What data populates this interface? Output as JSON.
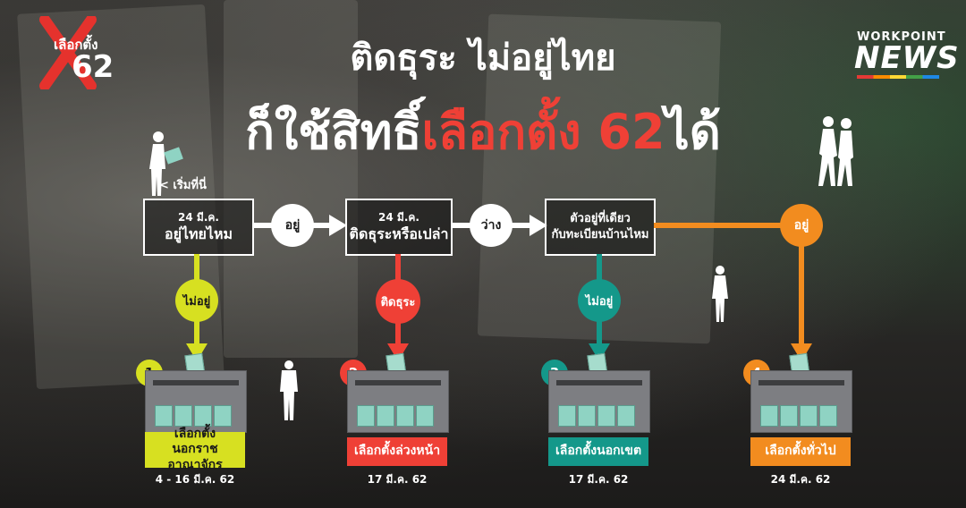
{
  "logo": {
    "text": "เลือกตั้ง",
    "number": "62"
  },
  "brand": {
    "small": "WORKPOINT",
    "big": "NEWS"
  },
  "title": {
    "line1": "ติดธุระ ไม่อยู่ไทย",
    "line2_prefix": "ก็ใช้สิทธิ์",
    "line2_highlight": "เลือกตั้ง 62",
    "line2_suffix": "ได้"
  },
  "start_label": "< เริ่มที่นี่",
  "questions": [
    {
      "date": "24 มี.ค.",
      "text": "อยู่ไทยไหม"
    },
    {
      "date": "24 มี.ค.",
      "text": "ติดธุระหรือเปล่า"
    },
    {
      "line1": "ตัวอยู่ที่เดียว",
      "line2": "กับทะเบียนบ้านไหม"
    }
  ],
  "connectors": {
    "c1": "อยู่",
    "c2": "ว่าง",
    "c3": "อยู่"
  },
  "branches": {
    "b1": "ไม่อยู่",
    "b2": "ติดธุระ",
    "b3": "ไม่อยู่"
  },
  "outcomes": [
    {
      "num": "1",
      "label1": "เลือกตั้ง",
      "label2": "นอกราชอาณาจักร",
      "date": "4 - 16 มี.ค. 62",
      "color": "#d7e021",
      "text_color": "#1a1a1a"
    },
    {
      "num": "2",
      "label1": "เลือกตั้งล่วงหน้า",
      "label2": "",
      "date": "17 มี.ค. 62",
      "color": "#ef4036",
      "text_color": "#ffffff"
    },
    {
      "num": "3",
      "label1": "เลือกตั้งนอกเขต",
      "label2": "",
      "date": "17 มี.ค. 62",
      "color": "#14988a",
      "text_color": "#ffffff"
    },
    {
      "num": "4",
      "label1": "เลือกตั้งทั่วไป",
      "label2": "",
      "date": "24 มี.ค. 62",
      "color": "#f28c1f",
      "text_color": "#ffffff"
    }
  ],
  "colors": {
    "yellow": "#d7e021",
    "red": "#ef4036",
    "teal": "#14988a",
    "orange": "#f28c1f",
    "white": "#ffffff"
  }
}
